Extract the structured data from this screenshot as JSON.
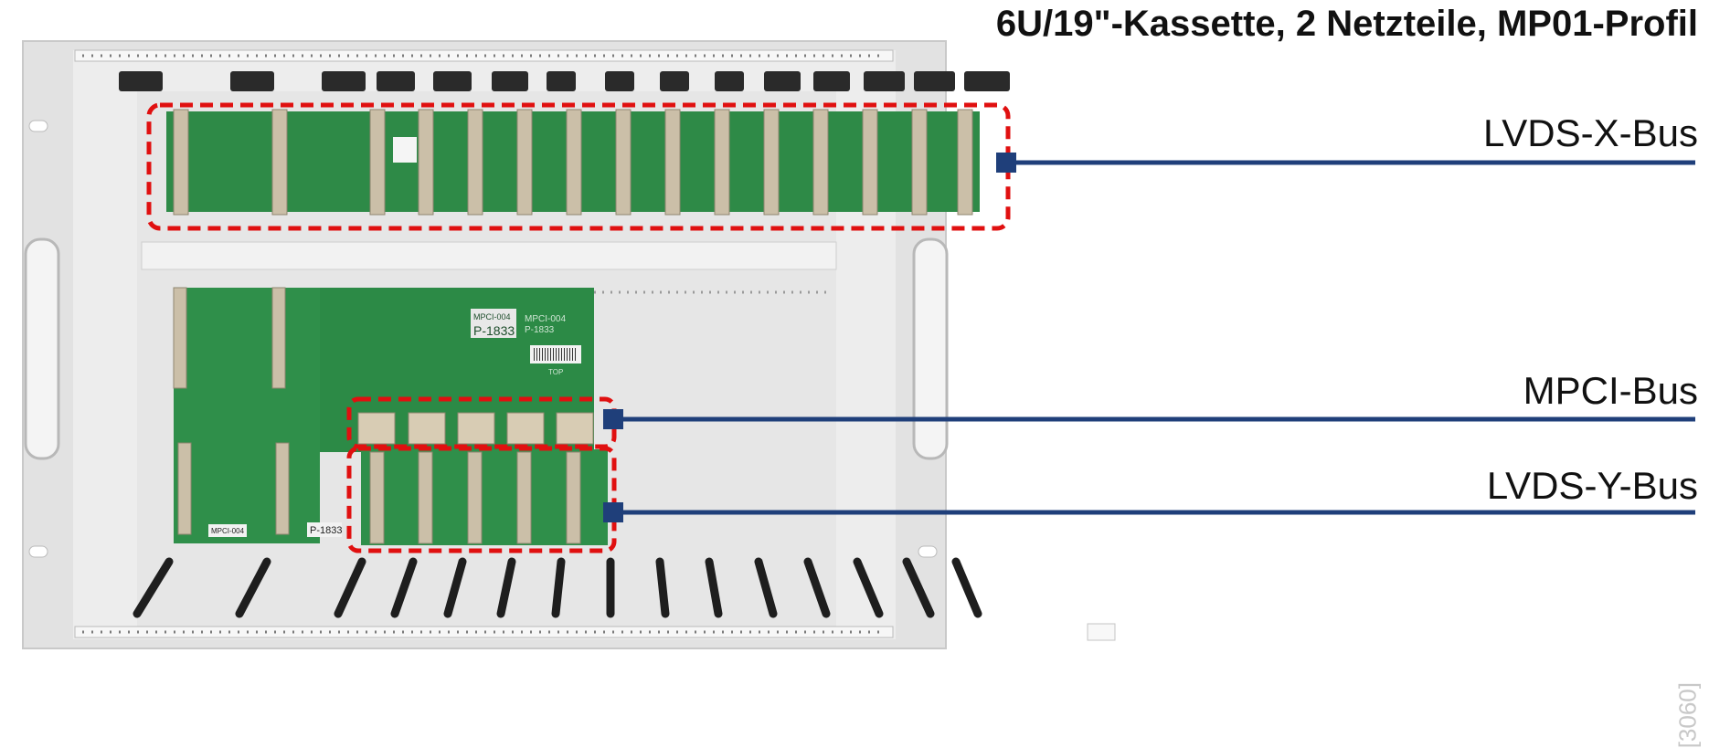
{
  "title": "6U/19\"-Kassette, 2 Netzteile, MP01-Profil",
  "labels": {
    "lvds_x": "LVDS-X-Bus",
    "mpci": "MPCI-Bus",
    "lvds_y": "LVDS-Y-Bus"
  },
  "board": {
    "model": "MPCI-004",
    "part": "P-1833",
    "model_small": "MPCI-004",
    "part_small": "P-1833",
    "top": "TOP"
  },
  "reference": "[3060]",
  "colors": {
    "callout_line": "#1f3f7a",
    "highlight": "#e01010",
    "pcb": "#2f8f4a",
    "frame": "#dcdcdc"
  }
}
